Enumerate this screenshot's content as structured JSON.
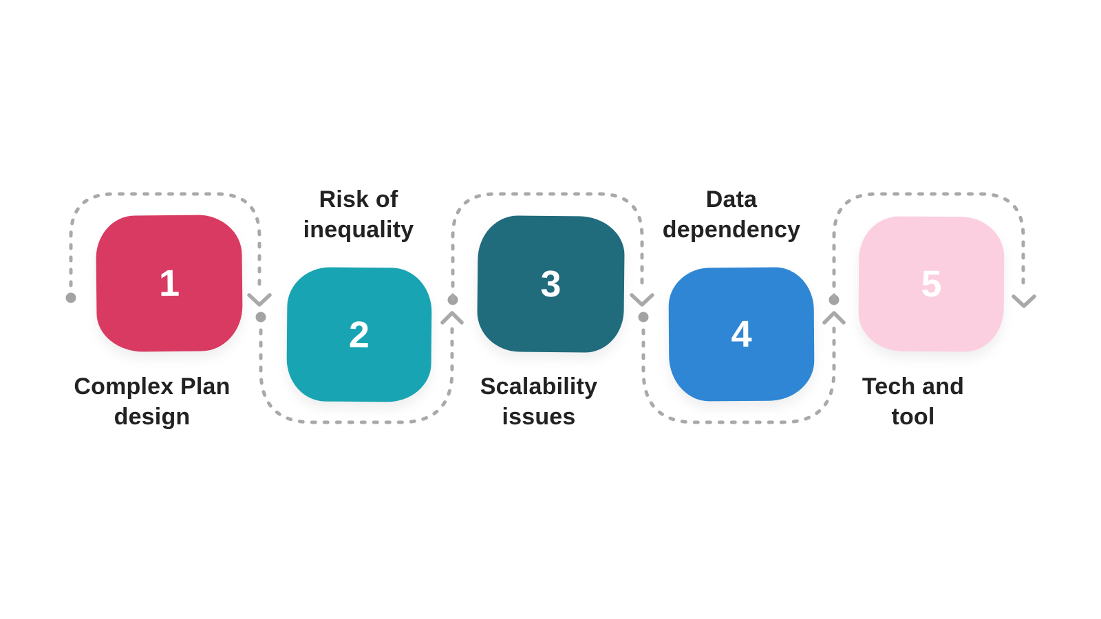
{
  "background_color": "#ffffff",
  "diagram": {
    "type": "numbered-process-flow",
    "connector": {
      "style": "dashed",
      "color": "#a9a9a9",
      "dot_color": "#a3a3a3"
    },
    "text_color": "#222222",
    "number_color": "#ffffff",
    "steps": [
      {
        "number": "1",
        "label": "Complex Plan\ndesign",
        "label_position": "below",
        "color": "#d93a62"
      },
      {
        "number": "2",
        "label": "Risk of\ninequality",
        "label_position": "above",
        "color": "#18a4b2"
      },
      {
        "number": "3",
        "label": "Scalability\nissues",
        "label_position": "below",
        "color": "#206b7c"
      },
      {
        "number": "4",
        "label": "Data\ndependency",
        "label_position": "above",
        "color": "#2f86d4"
      },
      {
        "number": "5",
        "label": "Tech and\ntool",
        "label_position": "below",
        "color": "#fbcfdf"
      }
    ]
  }
}
